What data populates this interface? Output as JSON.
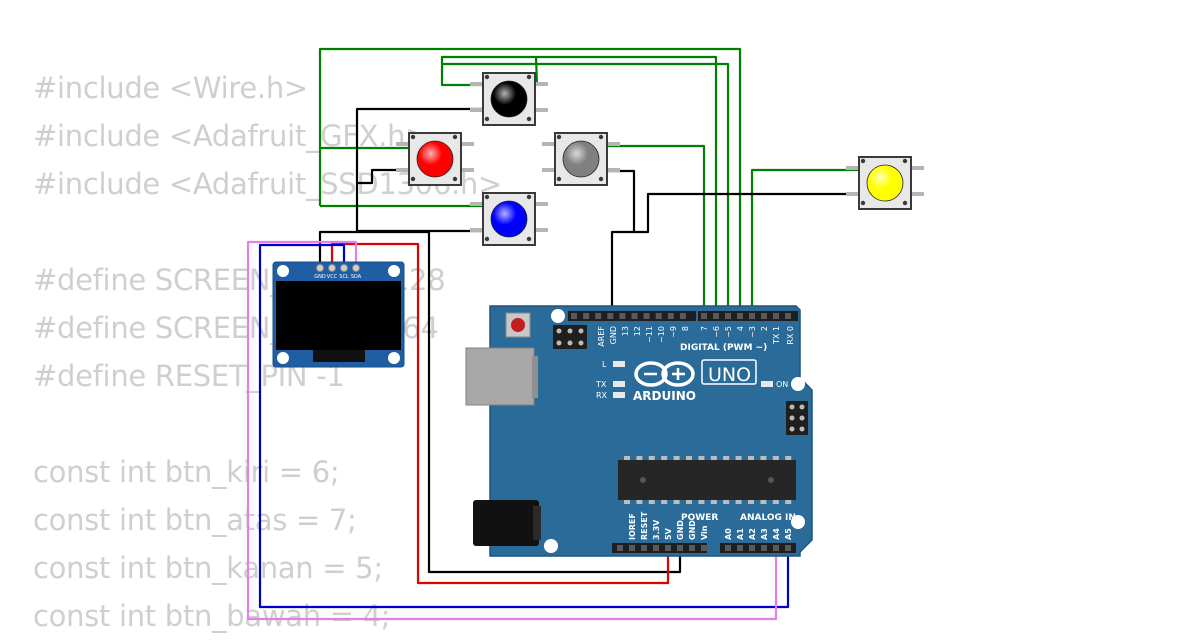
{
  "code_lines": [
    "#include <Wire.h>",
    "#include <Adafruit_GFX.h>",
    "#include <Adafruit_SSD1306.h>",
    "",
    "#define SCREEN_WIDTH 128",
    "#define SCREEN_HEIGHT 64",
    "#define RESET_PIN -1",
    "",
    "const int btn_kiri = 6;",
    "const int btn_atas = 7;",
    "const int btn_kanan = 5;",
    "const int btn_bawah = 4;"
  ],
  "buttons": [
    {
      "name": "black",
      "color": "#000000"
    },
    {
      "name": "red",
      "color": "#ff0000"
    },
    {
      "name": "gray",
      "color": "#808080"
    },
    {
      "name": "blue",
      "color": "#0000ff"
    },
    {
      "name": "yellow",
      "color": "#ffff00"
    }
  ],
  "oled": {
    "pins": [
      "GND",
      "VCC",
      "SCL",
      "SDA"
    ]
  },
  "arduino": {
    "brand": "ARDUINO",
    "model": "UNO",
    "digital_header": "DIGITAL (PWM ~)",
    "digital_pins": [
      "AREF",
      "GND",
      "13",
      "12",
      "~11",
      "~10",
      "~9",
      "8",
      "7",
      "~6",
      "~5",
      "4",
      "~3",
      "2",
      "TX 1",
      "RX 0"
    ],
    "power_header": "POWER",
    "analog_header": "ANALOG IN",
    "power_pins": [
      "IOREF",
      "RESET",
      "3.3V",
      "5V",
      "GND",
      "GND",
      "Vin"
    ],
    "analog_pins": [
      "A0",
      "A1",
      "A2",
      "A3",
      "A4",
      "A5"
    ],
    "led_labels": {
      "l": "L",
      "tx": "TX",
      "rx": "RX",
      "on": "ON"
    }
  },
  "wire_colors": {
    "green": "#008000",
    "black": "#000000",
    "red": "#e00000",
    "blue": "#0000cc",
    "violet": "#e080e8"
  }
}
